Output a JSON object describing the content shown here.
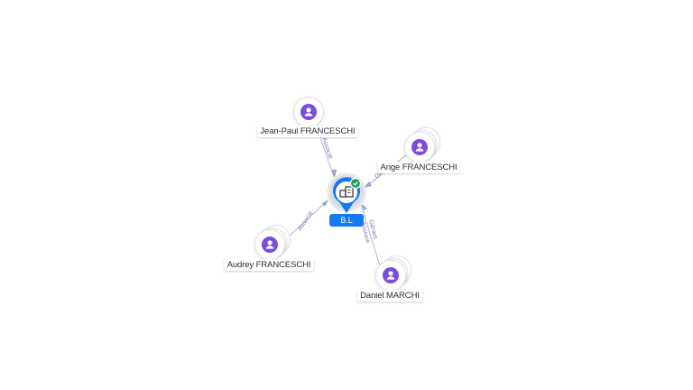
{
  "center": {
    "label": "B.L",
    "icon": "building-icon",
    "badge_icon": "check-icon",
    "pin_color": "#1479f2",
    "badge_color": "#1f9d55"
  },
  "people": [
    {
      "name": "Jean-Paul FRANCESCHI",
      "icon": "person-icon",
      "relation": "Associé"
    },
    {
      "name": "Ange FRANCESCHI",
      "icon": "person-icon",
      "relation": "Gé"
    },
    {
      "name": "Audrey FRANCESCHI",
      "icon": "person-icon",
      "relation": "Associé"
    },
    {
      "name": "Daniel MARCHI",
      "icon": "person-icon",
      "relation": "Gérant\nAssocié",
      "relation_lines": [
        "Gérant",
        "Associé"
      ]
    }
  ],
  "colors": {
    "avatar": "#7c4ddb",
    "edge": "#9fa3c4",
    "edge_label": "#7b7fb0"
  }
}
